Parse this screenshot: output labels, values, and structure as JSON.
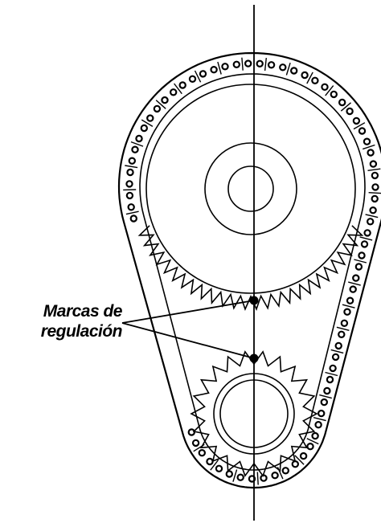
{
  "callout": {
    "line1": "Marcas de",
    "line2": "regulación"
  },
  "colors": {
    "ink": "#000000",
    "background": "#ffffff"
  },
  "components": {
    "upper_sprocket": {
      "name": "camshaft-sprocket"
    },
    "lower_sprocket": {
      "name": "crankshaft-sprocket"
    },
    "chain": {
      "name": "timing-chain"
    },
    "centerline": {
      "name": "vertical-alignment-line"
    },
    "marks": {
      "name": "timing-marks",
      "count": 2
    }
  }
}
